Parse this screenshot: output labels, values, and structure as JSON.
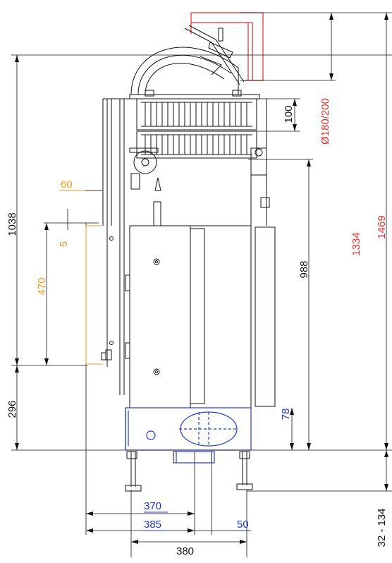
{
  "dimensions": {
    "d_1038": "1038",
    "d_296": "296",
    "d_470": "470",
    "d_5": "5",
    "d_60": "60",
    "d_100": "100",
    "d_flue": "Ø180/200",
    "d_1334": "1334",
    "d_1469": "1469",
    "d_988": "988",
    "d_78": "78",
    "d_370": "370",
    "d_385": "385",
    "d_50": "50",
    "d_380": "380",
    "d_32_134": "32 - 134"
  },
  "colors": {
    "line": "#111111",
    "red": "#e0302a",
    "orange": "#f39a1e",
    "blue": "#2238d6"
  }
}
